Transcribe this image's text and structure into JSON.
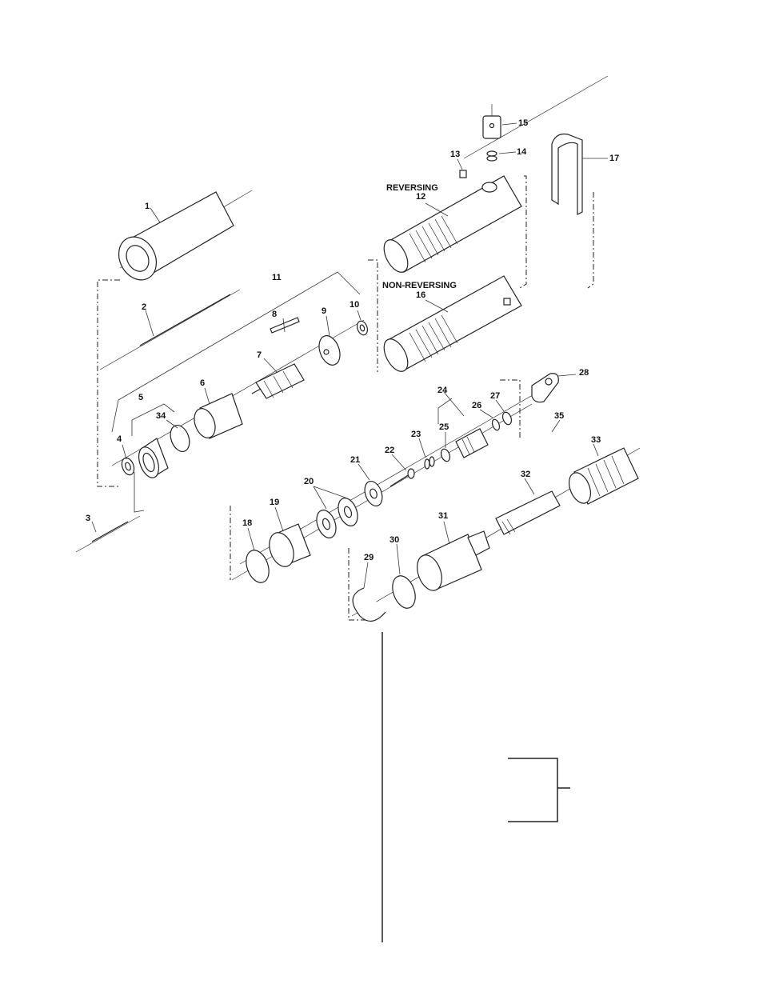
{
  "labels": {
    "reversing": "REVERSING",
    "non_reversing": "NON-REVERSING"
  },
  "callouts": {
    "c1": "1",
    "c2": "2",
    "c3": "3",
    "c4": "4",
    "c5": "5",
    "c6": "6",
    "c7": "7",
    "c8": "8",
    "c9": "9",
    "c10": "10",
    "c11": "11",
    "c12": "12",
    "c13": "13",
    "c14": "14",
    "c15": "15",
    "c16": "16",
    "c17": "17",
    "c18": "18",
    "c19": "19",
    "c20": "20",
    "c21": "21",
    "c22": "22",
    "c23": "23",
    "c24": "24",
    "c25": "25",
    "c26": "26",
    "c27": "27",
    "c28": "28",
    "c29": "29",
    "c30": "30",
    "c31": "31",
    "c32": "32",
    "c33": "33",
    "c34": "34",
    "c35": "35"
  }
}
